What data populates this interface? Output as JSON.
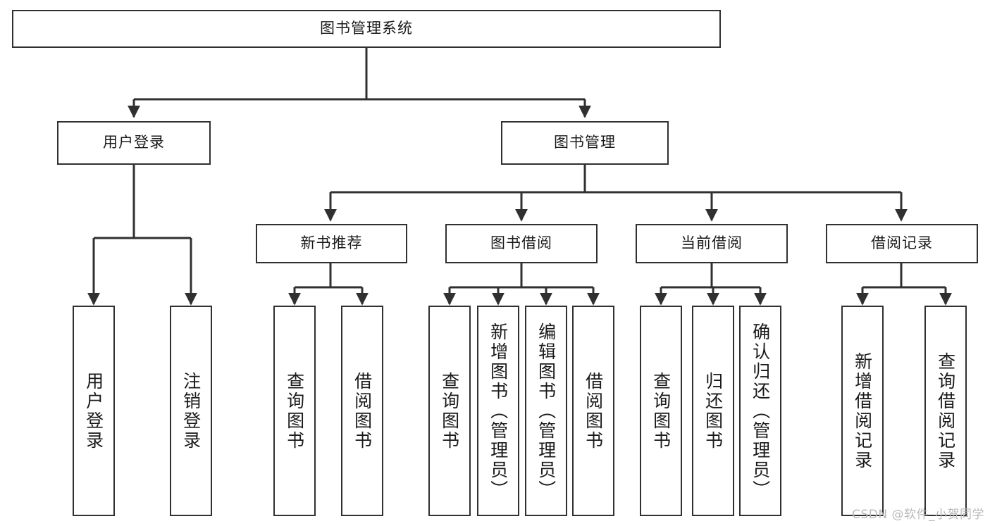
{
  "diagram": {
    "title": "图书管理系统",
    "type": "hierarchy-tree",
    "watermark": "CSDN @软件_小贺同学",
    "colors": {
      "background": "#ffffff",
      "node_border": "#303030",
      "connector": "#303030",
      "text": "#1a1a1a",
      "watermark": "#b9b9b9"
    },
    "levels": {
      "root": {
        "label": "图书管理系统"
      },
      "level2": [
        {
          "label": "用户登录"
        },
        {
          "label": "图书管理"
        }
      ],
      "level3": [
        {
          "label": "新书推荐"
        },
        {
          "label": "图书借阅"
        },
        {
          "label": "当前借阅"
        },
        {
          "label": "借阅记录"
        }
      ],
      "leaves": {
        "user_login": [
          {
            "label": "用户登录"
          },
          {
            "label": "注销登录"
          }
        ],
        "new_book_recommend": [
          {
            "label": "查询图书"
          },
          {
            "label": "借阅图书"
          }
        ],
        "book_borrow": [
          {
            "label": "查询图书"
          },
          {
            "label": "新增图书（管理员）"
          },
          {
            "label": "编辑图书（管理员）"
          },
          {
            "label": "借阅图书"
          }
        ],
        "current_borrow": [
          {
            "label": "查询图书"
          },
          {
            "label": "归还图书"
          },
          {
            "label": "确认归还（管理员）"
          }
        ],
        "borrow_record": [
          {
            "label": "新增借阅记录"
          },
          {
            "label": "查询借阅记录"
          }
        ]
      }
    }
  }
}
